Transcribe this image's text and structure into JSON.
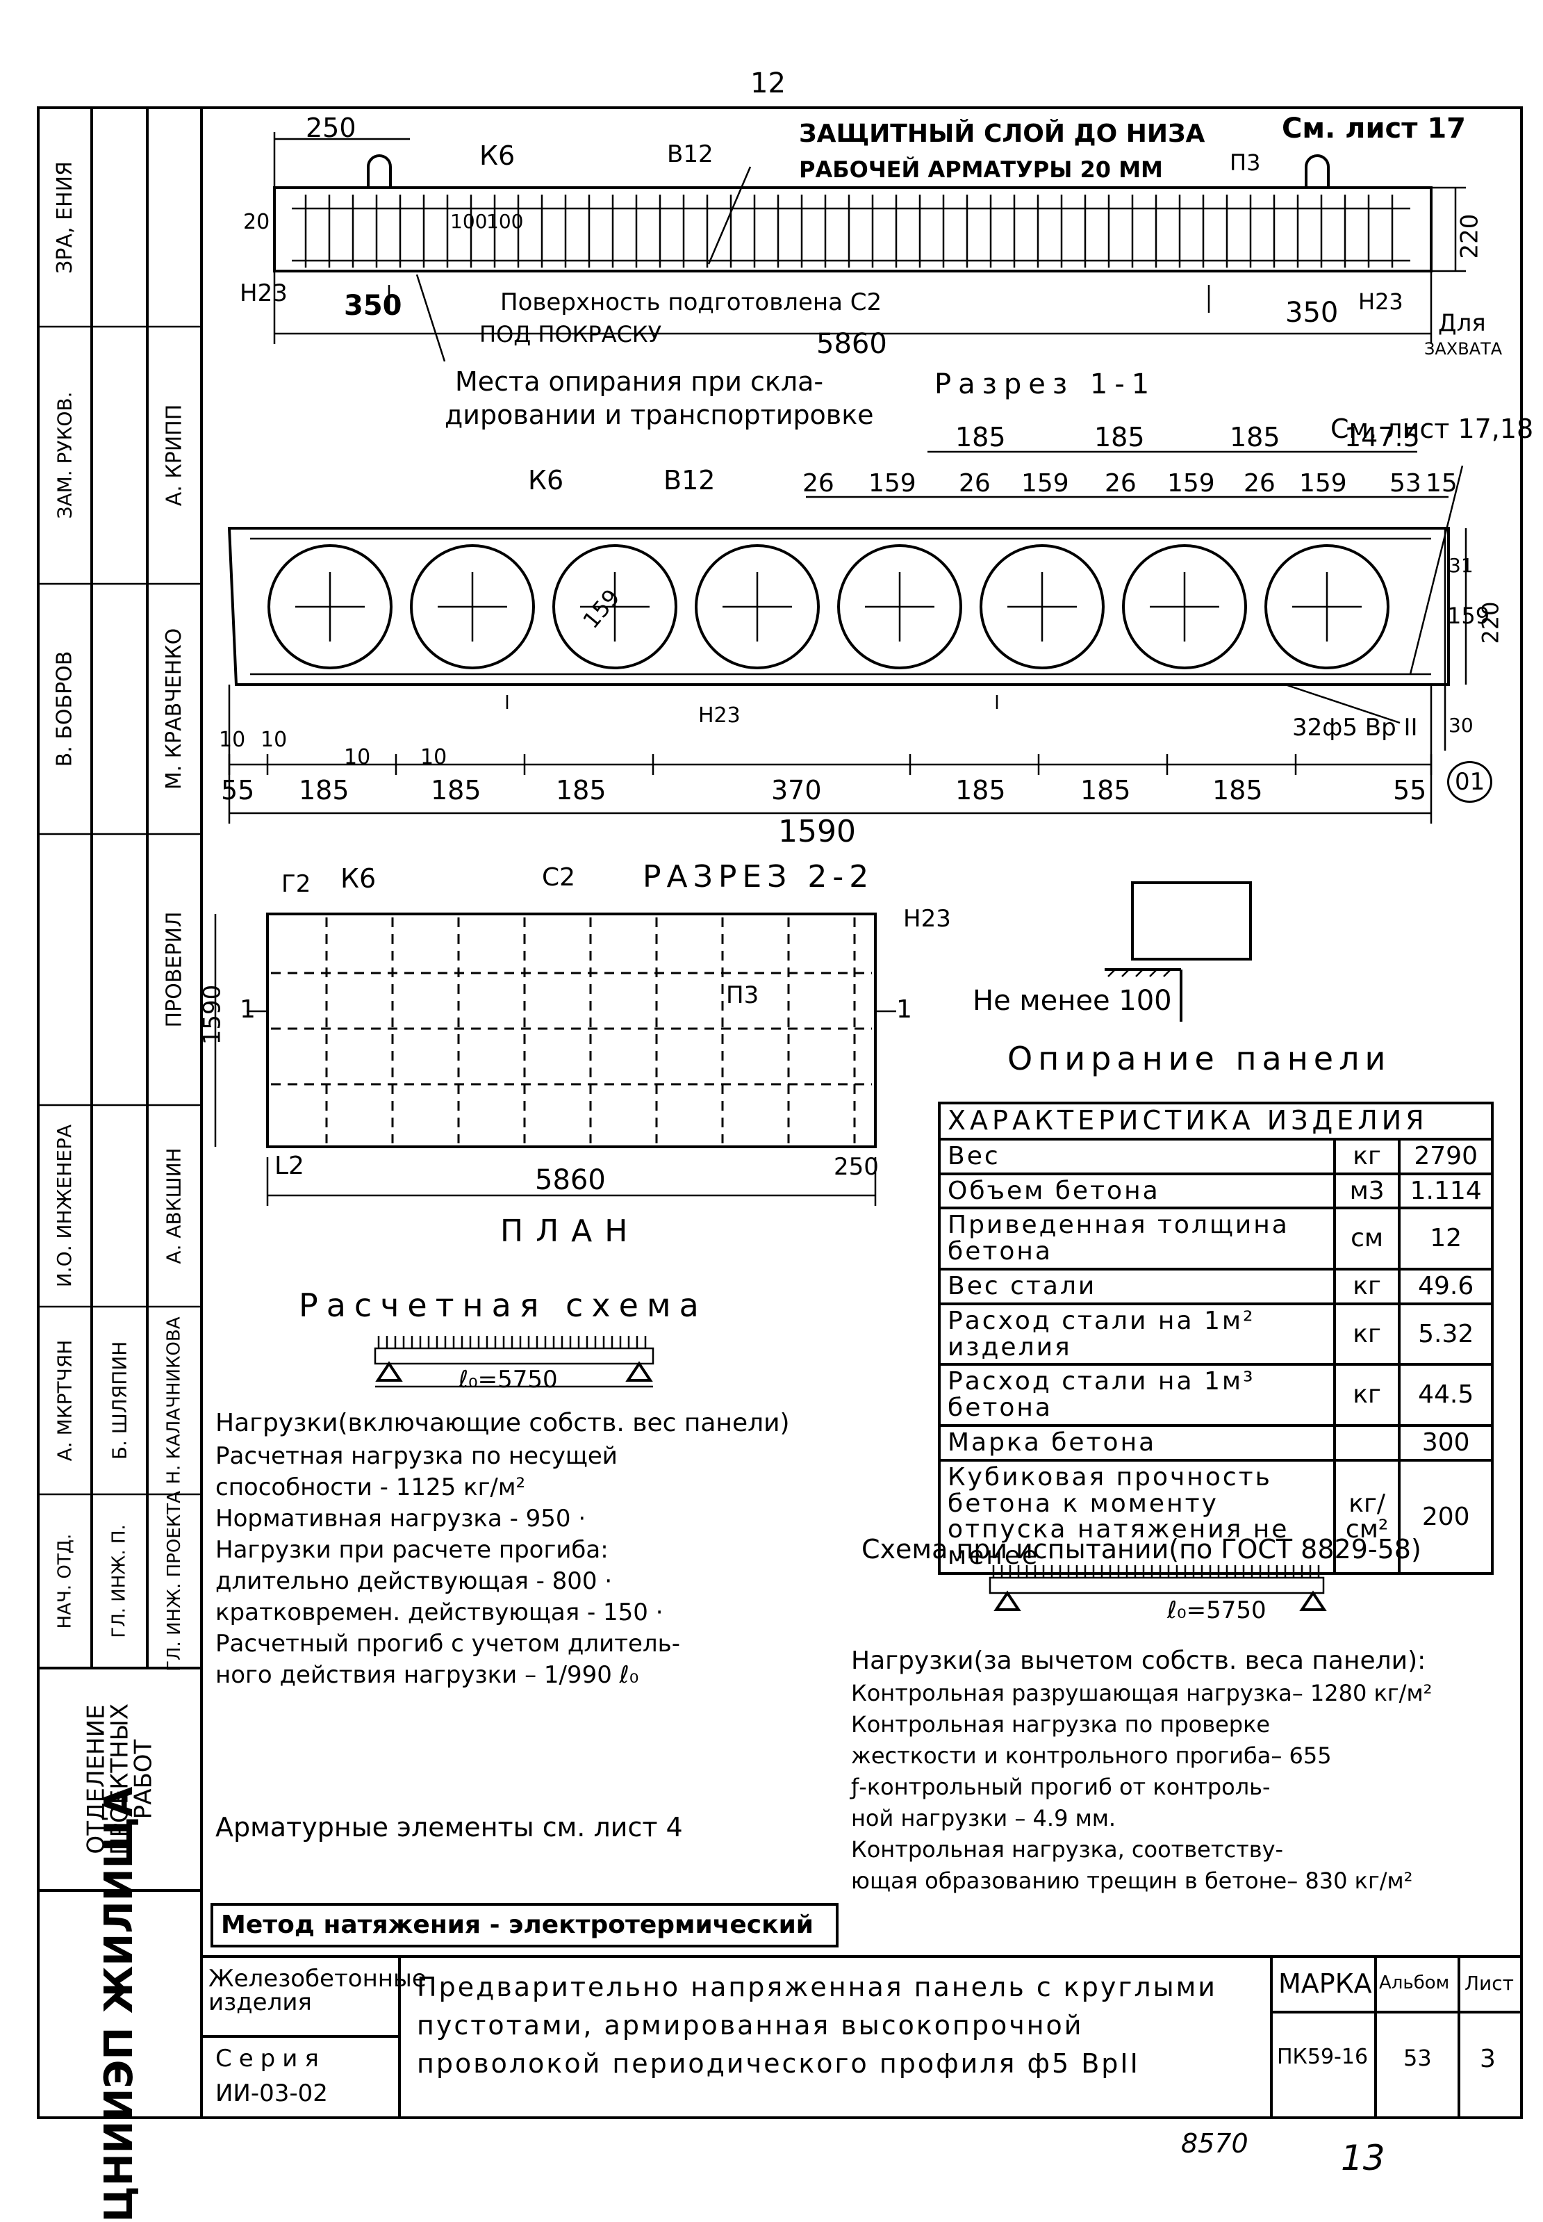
{
  "page_number_top": "12",
  "page_number_bottom": "13",
  "archive_number": "8570",
  "side": {
    "institute": "ЦНИИЭП ЖИЛИЩА",
    "department": "ОТДЕЛЕНИЕ ПРОЕКТНЫХ РАБОТ",
    "col1": [
      "ГЛ. ИНЖ. ПРОЕКТА",
      "ГЛ. ИНЖ. П.",
      "НАЧ. ОТД."
    ],
    "col2": [
      "А. МКРТЧЯН",
      "Б. ШЛЯПИН",
      "А. АВКШИН",
      "Н. КАЛАЧНИКОВА"
    ],
    "col3": [
      "И.О. ИНЖЕНЕРА",
      "ПРОВЕРИЛ"
    ],
    "col4": [
      "В. БОБРОВ",
      "М. КРАВЧЕНКО"
    ],
    "col5": [
      "ЗАМ. РУКОВ.",
      "А. КРИПП"
    ],
    "col6": "ЗРА, ЕНИЯ"
  },
  "top_view": {
    "labels": {
      "d250": "250",
      "k6": "К6",
      "b12": "В12",
      "cover": "ЗАЩИТНЫЙ СЛОЙ ДО НИЗА",
      "cover2": "РАБОЧЕЙ АРМАТУРЫ 20 ММ",
      "p3": "П3",
      "see17": "См. лист 17",
      "d20": "20",
      "d100a": "100",
      "d100b": "100",
      "h23a": "Н23",
      "d350a": "350",
      "surface": "Поверхность подготовлена С2",
      "surface2": "ПОД ПОКРАСКУ",
      "len": "5860",
      "d350b": "350",
      "h23b": "Н23",
      "d220": "220",
      "grip": "Для",
      "grip2": "ЗАХВАТА",
      "supports": "Места опирания при скла-",
      "supports2": "дировании и транспортировке"
    }
  },
  "section11": {
    "title": "Разрез 1-1",
    "see": "См. лист 17,18",
    "k6": "К6",
    "b12": "В12",
    "h23": "Н23",
    "diam": "159",
    "bars": "32ф5 Вр II",
    "mark": "01",
    "top_dims": [
      "185",
      "185",
      "185",
      "147.5"
    ],
    "top_dims2": [
      "26",
      "159",
      "26",
      "159",
      "26",
      "159",
      "26",
      "159",
      "53",
      "15"
    ],
    "right_dims": [
      "31",
      "159",
      "30",
      "220"
    ],
    "left_dims": [
      "10",
      "10",
      "10",
      "10"
    ],
    "bottom_dims": [
      "55",
      "185",
      "185",
      "185",
      "370",
      "185",
      "185",
      "185",
      "55"
    ],
    "total": "1590"
  },
  "section22": {
    "title": "РАЗРЕЗ 2-2",
    "g2": "Г2",
    "k6": "К6",
    "c2": "С2",
    "h23": "Н23",
    "p3": "П3",
    "l2": "L2",
    "d250": "250",
    "d1590": "1590",
    "len": "5860",
    "one": "1",
    "plan": "ПЛАН"
  },
  "support": {
    "min": "Не менее 100",
    "title": "Опирание панели"
  },
  "characteristics": {
    "title": "ХАРАКТЕРИСТИКА ИЗДЕЛИЯ",
    "rows": [
      {
        "name": "Вес",
        "unit": "кг",
        "value": "2790"
      },
      {
        "name": "Объем бетона",
        "unit": "м3",
        "value": "1.114"
      },
      {
        "name": "Приведенная толщина бетона",
        "unit": "см",
        "value": "12"
      },
      {
        "name": "Вес стали",
        "unit": "кг",
        "value": "49.6"
      },
      {
        "name": "Расход стали на 1м² изделия",
        "unit": "кг",
        "value": "5.32"
      },
      {
        "name": "Расход стали на 1м³ бетона",
        "unit": "кг",
        "value": "44.5"
      },
      {
        "name": "Марка бетона",
        "unit": "",
        "value": "300"
      },
      {
        "name": "Кубиковая прочность бетона к моменту отпуска натяжения не менее",
        "unit": "кг/см²",
        "value": "200"
      }
    ]
  },
  "calc_scheme": {
    "title": "Расчетная схема",
    "span": "ℓ₀=5750",
    "loads_title": "Нагрузки(включающие собств. вес панели)",
    "lines": [
      "Расчетная нагрузка по несущей",
      "способности             - 1125 кг/м²",
      "Нормативная нагрузка   - 950 ·",
      "Нагрузки при расчете прогиба:",
      "длительно действующая  - 800 ·",
      "кратковремен. действующая - 150 ·",
      "Расчетный прогиб с учетом длитель-",
      "ного действия нагрузки – 1/990 ℓ₀"
    ],
    "reinf": "Арматурные элементы см. лист 4"
  },
  "test_scheme": {
    "title": "Схема при испытании(по ГОСТ 8829-58)",
    "span": "ℓ₀=5750",
    "loads_title": "Нагрузки(за вычетом собств. веса панели):",
    "lines": [
      "Контрольная разрушающая нагрузка–  1280 кг/м²",
      "Контрольная нагрузка по проверке",
      "жесткости и контрольного прогиба–   655",
      "ƒ-контрольный прогиб от контроль-",
      "ной нагрузки                      –   4.9 мм.",
      "Контрольная нагрузка, соответству-",
      "ющая образованию трещин в бетоне– 830 кг/м²"
    ]
  },
  "method": "Метод натяжения - электротермический",
  "title_block": {
    "group": "Железобетонные изделия",
    "series_label": "Серия",
    "series": "ИИ-03-02",
    "description": [
      "Предварительно напряженная панель с круглыми",
      "пустотами, армированная высокопрочной",
      "проволокой периодического профиля ф5 ВрII"
    ],
    "mark_h": "МАРКА",
    "mark": "ПК59-16",
    "album_h": "Альбом",
    "album": "53",
    "sheet_h": "Лист",
    "sheet": "3"
  }
}
